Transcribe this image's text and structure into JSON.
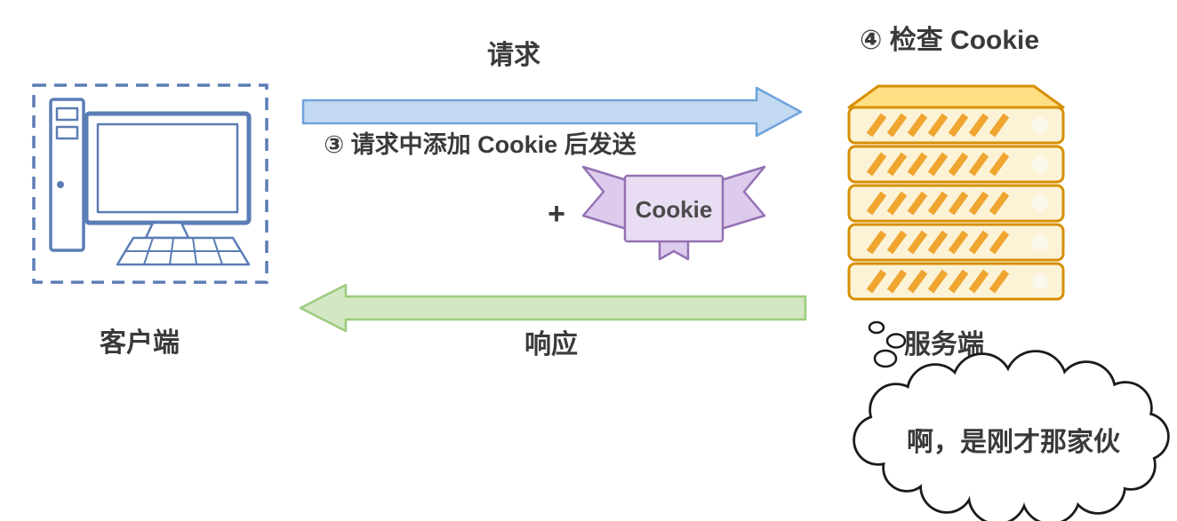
{
  "labels": {
    "request": "请求",
    "step3": "③ 请求中添加 Cookie 后发送",
    "plus": "+",
    "cookie": "Cookie",
    "step4": "④ 检查 Cookie",
    "client": "客户端",
    "response": "响应",
    "server": "服务端",
    "thought": "啊，是刚才那家伙"
  },
  "colors": {
    "arrow_request_fill": "#C3D9F2",
    "arrow_request_stroke": "#6FA3DC",
    "arrow_response_fill": "#D2E7C2",
    "arrow_response_stroke": "#9CCB7E",
    "client_stroke": "#5B7DB5",
    "server_stroke": "#D78F00",
    "server_fill": "#FCF3D7",
    "server_top_fill": "#FFDF84",
    "server_stripe": "#EFA52F",
    "server_dot": "#FDF8EC",
    "cookie_fill": "#E8DDF2",
    "cookie_tail_fill": "#DCCBEC",
    "cookie_stroke": "#9471B2",
    "text": "#3A3A3A"
  }
}
